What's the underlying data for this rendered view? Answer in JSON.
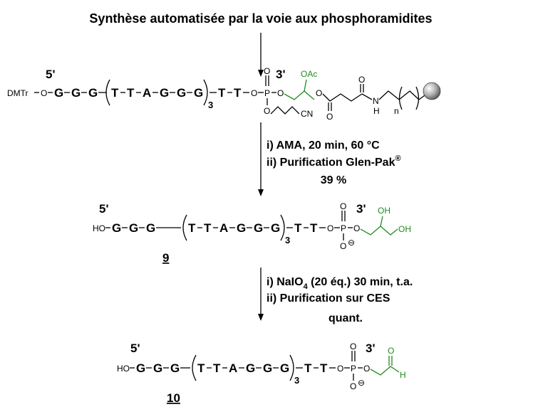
{
  "title": "Synthèse automatisée par la voie aux phosphoramidites",
  "labels": {
    "five_prime": "5'",
    "three_prime": "3'",
    "dmtr": "DMTr",
    "o": "O",
    "ho": "HO",
    "p": "P",
    "oac": "OAc",
    "cn": "CN",
    "n": "N",
    "h": "H",
    "sub_n": "n",
    "oh": "OH",
    "sub_3": "3",
    "minus": "⊖"
  },
  "sequence": {
    "left": [
      "G",
      "G",
      "G"
    ],
    "repeat": [
      "T",
      "T",
      "A",
      "G",
      "G",
      "G"
    ],
    "right": [
      "T",
      "T"
    ]
  },
  "step1": {
    "line1": "i) AMA, 20 min, 60 °C",
    "line2": "ii) Purification Glen-Pak",
    "registered": "®",
    "yield": "39 %"
  },
  "step2": {
    "line1_a": "i) NaIO",
    "line1_sub": "4",
    "line1_b": " (20 éq.) 30 min, t.a.",
    "line2": "ii) Purification sur CES",
    "yield": "quant."
  },
  "compounds": {
    "c9": "9",
    "c10": "10"
  },
  "colors": {
    "green": "#1e8c1e",
    "bead": "#9a9a9a"
  }
}
